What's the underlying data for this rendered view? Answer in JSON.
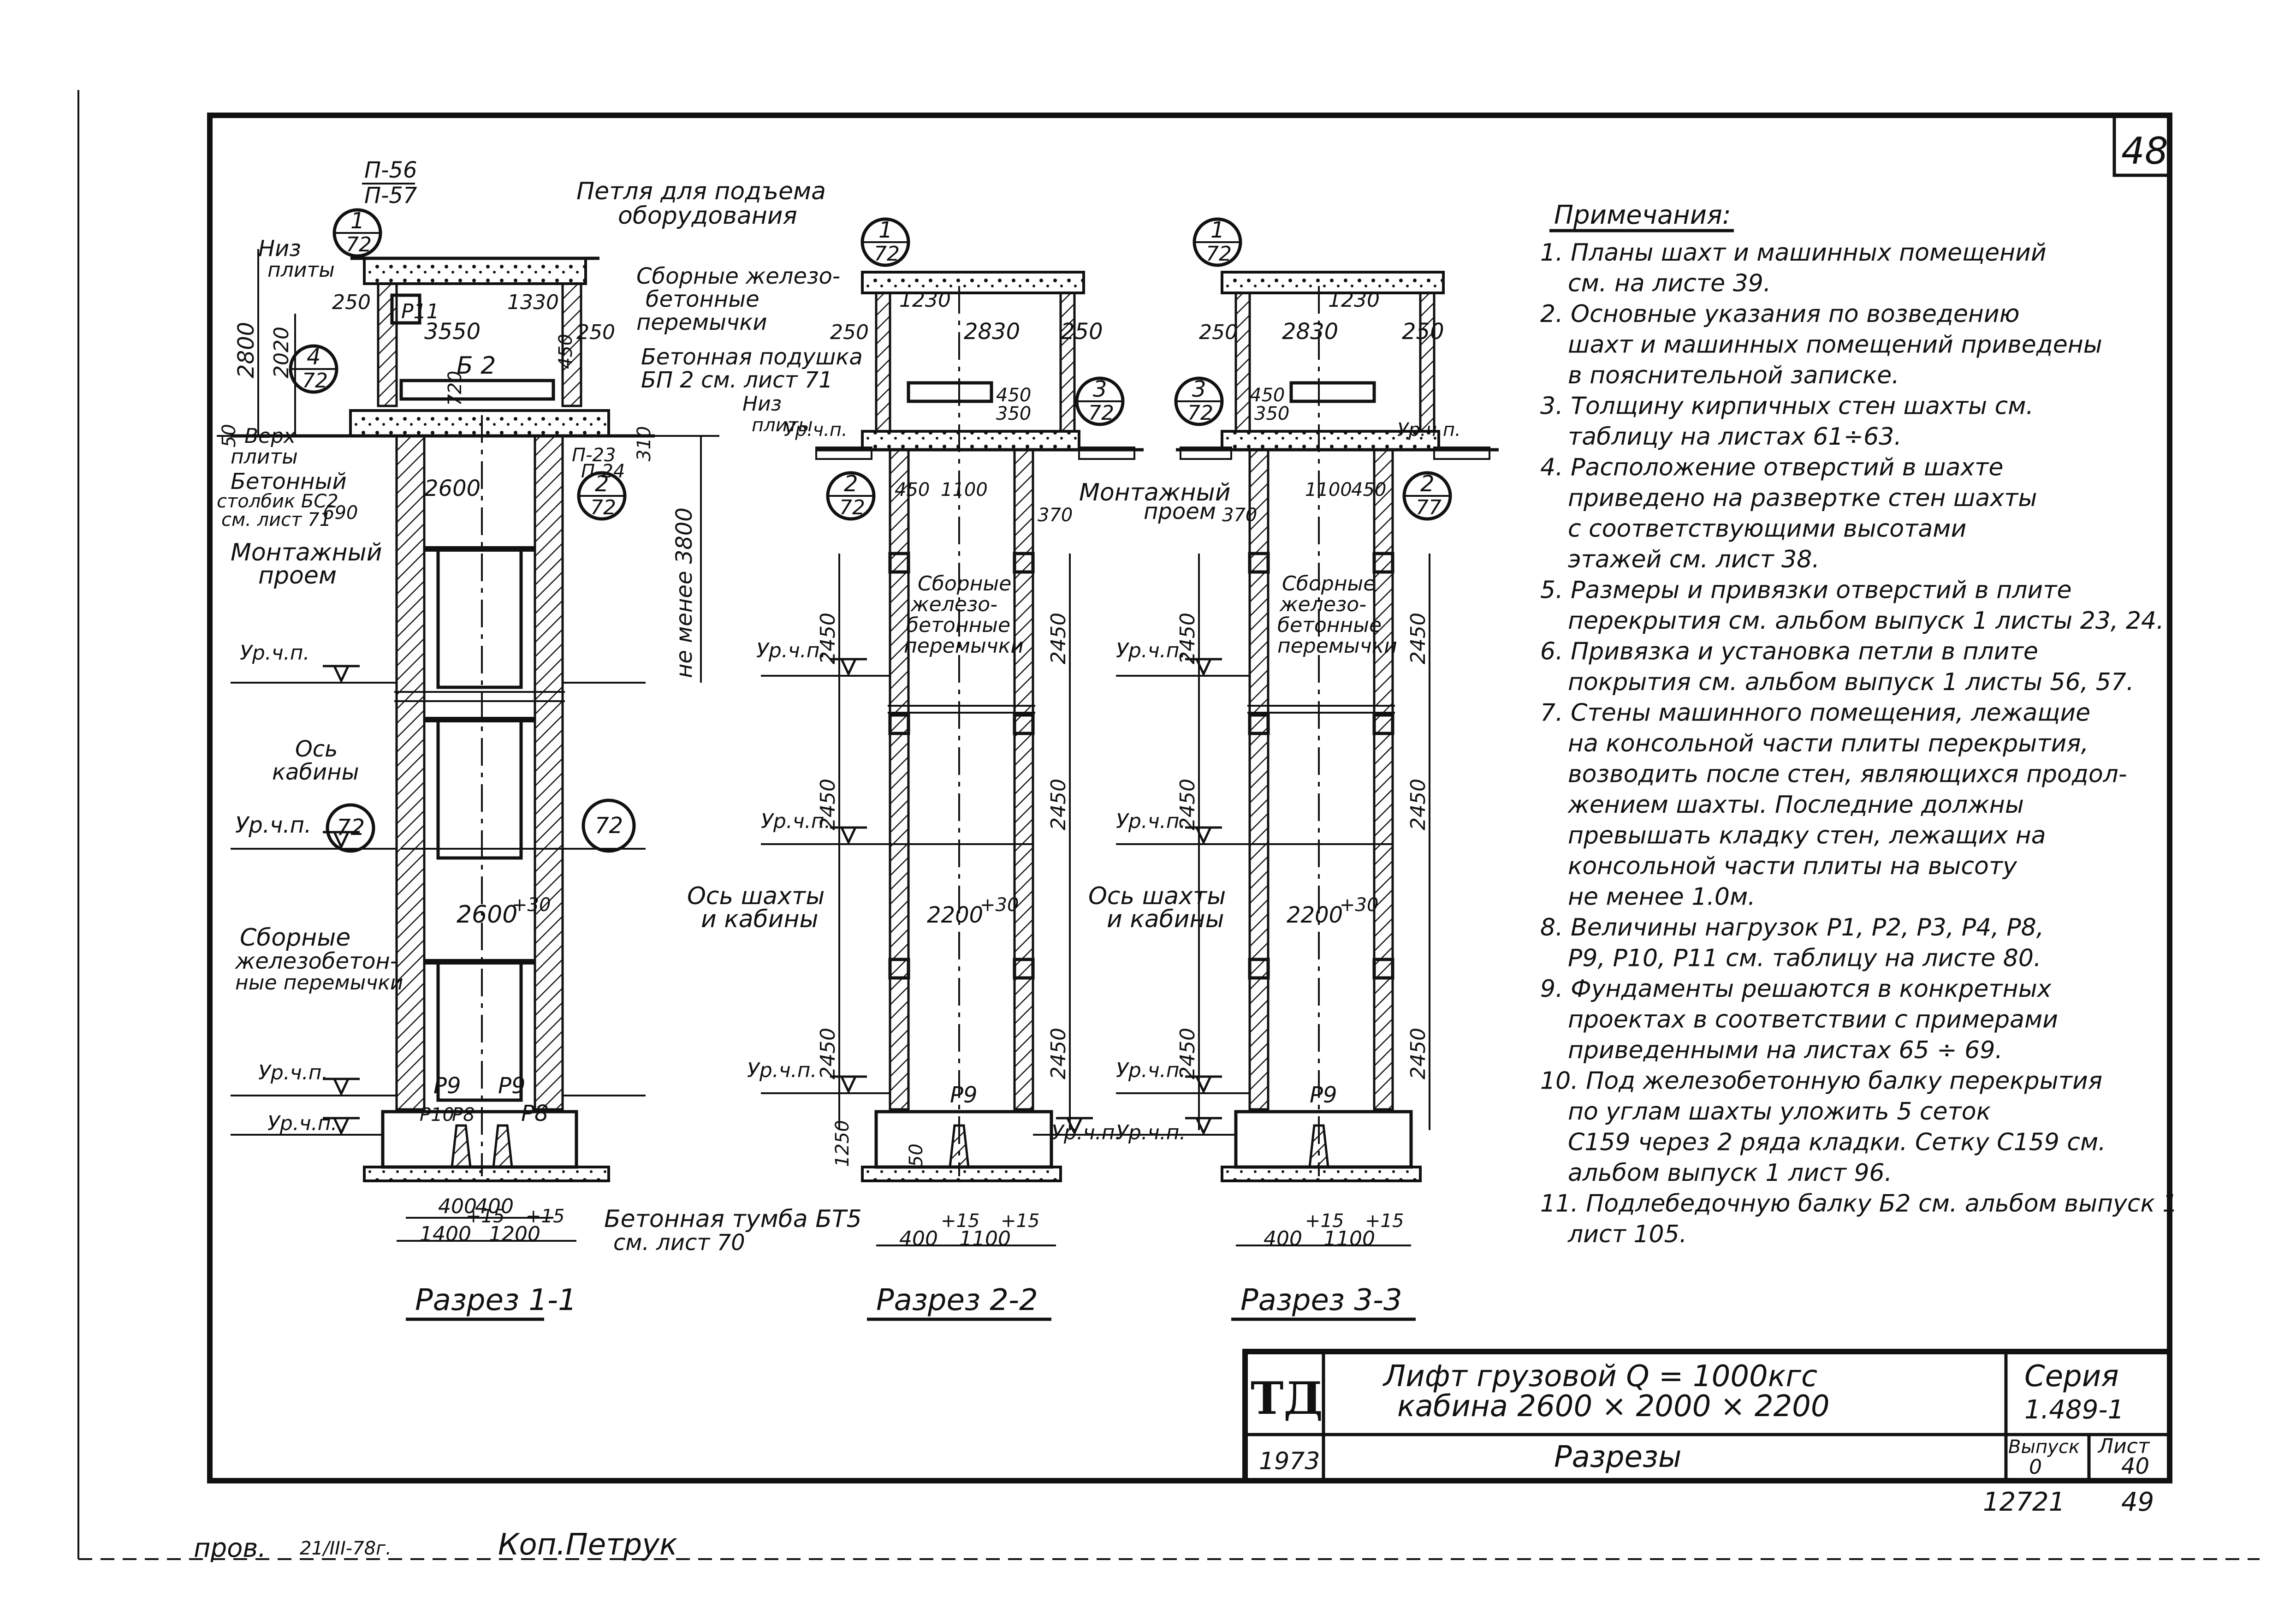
{
  "sheet_number": "48",
  "notes": {
    "heading": "Примечания:",
    "items": [
      "1. Планы шахт и машинных помещений",
      "см. на листе 39.",
      "2. Основные указания по возведению",
      "шахт и машинных помещений приведены",
      "в пояснительной записке.",
      "3. Толщину кирпичных стен шахты см.",
      "таблицу на листах 61÷63.",
      "4. Расположение отверстий в шахте",
      "приведено на развертке стен шахты",
      "с соответствующими высотами",
      "этажей см. лист 38.",
      "5. Размеры и привязки отверстий в плите",
      "перекрытия см. альбом выпуск 1 листы 23, 24.",
      "6. Привязка и установка петли в плите",
      "покрытия см. альбом выпуск 1 листы 56, 57.",
      "7. Стены машинного помещения, лежащие",
      "на консольной части плиты перекрытия,",
      "возводить после стен, являющихся продол-",
      "жением шахты. Последние должны",
      "превышать кладку стен, лежащих на",
      "консольной части плиты на высоту",
      "не менее 1.0м.",
      "8. Величины нагрузок P1, P2, P3, P4, P8,",
      "P9, P10, P11 см. таблицу на листе 80.",
      "9. Фундаменты решаются в конкретных",
      "проектах в соответствии с примерами",
      "приведенными на листах 65 ÷ 69.",
      "10. Под железобетонную балку перекрытия",
      "по углам шахты уложить 5 сеток",
      "С159 через 2 ряда кладки. Сетку С159 см.",
      "альбом выпуск 1 лист 96.",
      "11. Подлебедочную балку Б2 см. альбом выпуск 1",
      "лист 105."
    ]
  },
  "title_block": {
    "logo": "ТД",
    "title_line1": "Лифт   грузовой   Q = 1000кгс",
    "title_line2": "кабина  2600 × 2000 × 2200",
    "year": "1973",
    "sheet_title": "Разрезы",
    "series_label": "Серия",
    "series_value": "1.489-1",
    "issue_label": "Выпуск",
    "issue_value": "0",
    "sheet_label": "Лист",
    "sheet_value": "40"
  },
  "below_frame": {
    "doc_number": "12721",
    "page": "49",
    "check_label": "пров.",
    "check_date": "21/III-78г.",
    "checker": "Коп.Петрук"
  },
  "section1": {
    "caption": "Разрез 1-1",
    "labels": {
      "p56": "П-56",
      "p57": "П-57",
      "loop": "Петля для подъема",
      "loop2": "оборудования",
      "niz": "Низ",
      "plity": "плиты",
      "verh": "Верх",
      "plity2": "плиты",
      "prefab1": "Сборные железо-",
      "prefab2": "бетонные",
      "prefab3": "перемычки",
      "pillow1": "Бетонная подушка",
      "pillow2": "БП 2 см. лист 71",
      "column1": "Бетонный",
      "column2": "столбик БС2",
      "column3": "см. лист 71",
      "mount1": "Монтажный",
      "mount2": "проем",
      "axis1": "Ось",
      "axis2": "кабины",
      "lint1": "Сборные",
      "lint2": "железобетон-",
      "lint3": "ные перемычки",
      "pedestal1": "Бетонная тумба БТ5",
      "pedestal2": "см. лист 70",
      "p11": "Р11",
      "p23": "П-23",
      "p24": "П-24",
      "b2": "Б 2",
      "notless": "не менее 3800",
      "level": "Ур.ч.п.",
      "p9a": "Р9",
      "p9b": "Р9",
      "p10": "Р10",
      "p8a": "Р8",
      "p8b": "Р8"
    },
    "dims": {
      "d2800": "2800",
      "d2020": "2020",
      "d250": "250",
      "d1330": "1330",
      "d3550": "3550",
      "d250b": "250",
      "d450": "450",
      "d2600": "2600",
      "d690": "690",
      "d2600b": "2600",
      "p30": "+30",
      "d400a": "400",
      "d400b": "400",
      "d1400a": "1400",
      "d1200": "1200",
      "p15a": "+15",
      "p15b": "+15",
      "d50": "50",
      "d310": "310",
      "d720": "720"
    },
    "callouts": [
      {
        "num": "1",
        "den": "72"
      },
      {
        "num": "4",
        "den": "72"
      },
      {
        "num": "2",
        "den": "72"
      },
      {
        "num": "",
        "den": "72"
      },
      {
        "num": "",
        "den": "72"
      }
    ]
  },
  "section2": {
    "caption": "Разрез 2-2",
    "labels": {
      "prefab1": "Сборные",
      "prefab2": "железо-",
      "prefab3": "бетонные",
      "prefab4": "перемычки",
      "mount1": "Монтажный",
      "mount2": "проем",
      "axis1": "Ось шахты",
      "axis2": "и кабины",
      "level": "Ур.ч.п.",
      "niz": "Низ",
      "plity": "плиты",
      "p9": "Р9"
    },
    "dims": {
      "d1230": "1230",
      "d2830": "2830",
      "d250a": "250",
      "d250b": "250",
      "d450": "450",
      "d350": "350",
      "d450b": "450",
      "d1100": "1100",
      "d370": "370",
      "d2450": "2450",
      "d2200": "2200",
      "p30": "+30",
      "d1250": "1250",
      "d50": "50",
      "d400": "400",
      "d1100b": "1100",
      "p15a": "+15",
      "p15b": "+15"
    },
    "callouts": [
      {
        "num": "1",
        "den": "72"
      },
      {
        "num": "3",
        "den": "72"
      },
      {
        "num": "2",
        "den": "72"
      }
    ]
  },
  "section3": {
    "caption": "Разрез 3-3",
    "labels": {
      "prefab1": "Сборные",
      "prefab2": "железо-",
      "prefab3": "бетонные",
      "prefab4": "перемычки",
      "axis1": "Ось шахты",
      "axis2": "и кабины",
      "level": "Ур.ч.п.",
      "p9": "Р9"
    },
    "dims": {
      "d1230": "1230",
      "d2830": "2830",
      "d250a": "250",
      "d250b": "250",
      "d450": "450",
      "d350": "350",
      "d1100": "1100",
      "d450b": "450",
      "d370": "370",
      "d2450": "2450",
      "d2200": "2200",
      "p30": "+30",
      "d400": "400",
      "d1100b": "1100",
      "p15a": "+15",
      "p15b": "+15"
    },
    "callouts": [
      {
        "num": "1",
        "den": "72"
      },
      {
        "num": "3",
        "den": "72"
      },
      {
        "num": "2",
        "den": "77"
      }
    ]
  }
}
